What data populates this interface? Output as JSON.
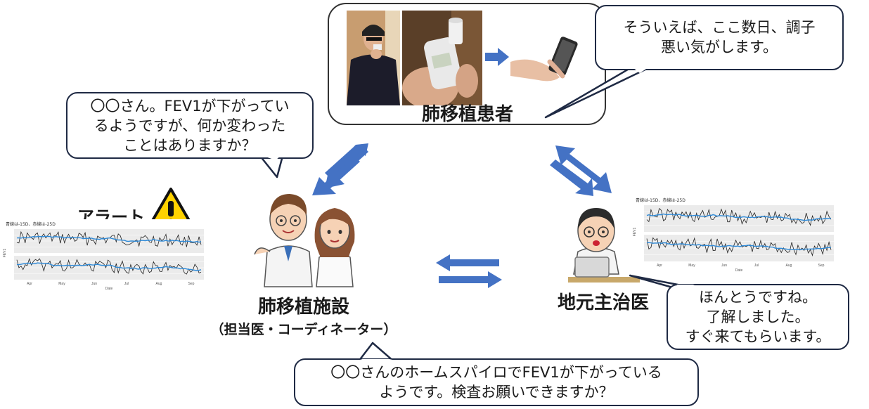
{
  "patient": {
    "label": "肺移植患者",
    "speech": [
      "そういえば、ここ数日、調子",
      "悪い気がします。"
    ]
  },
  "facility": {
    "label": "肺移植施設",
    "sublabel": "（担当医・コーディネーター）",
    "speech_to_patient": [
      "〇〇さん。FEV1が下がってい",
      "るようですが、何か変わった",
      "ことはありますか？"
    ],
    "speech_to_doctor": [
      "〇〇さんのホームスパイロでFEV1が下がっている",
      "ようです。検査お願いできますか？"
    ]
  },
  "alert": {
    "label": "アラート"
  },
  "local_doctor": {
    "label": "地元主治医",
    "speech": [
      "ほんとうですね。",
      "了解しました。",
      "すぐ来てもらいます。"
    ]
  },
  "charts": {
    "left": {
      "title": "青線は-15D、赤線は-25D",
      "ylabel": "FEV1",
      "xlabel": "Date",
      "x_ticks": [
        "Apr",
        "May",
        "Jun",
        "Jul",
        "Aug",
        "Sep"
      ]
    },
    "right": {
      "title": "青線は-15D、赤線は-25D",
      "ylabel": "FEV1",
      "xlabel": "Date",
      "x_ticks": [
        "Apr",
        "May",
        "Jun",
        "Jul",
        "Aug",
        "Sep"
      ]
    }
  },
  "colors": {
    "arrow": "#4472c4",
    "bubble_border": "#1f2a44",
    "warning": "#ffd200",
    "series_black": "#222222",
    "series_blue": "#2e8ad8"
  }
}
